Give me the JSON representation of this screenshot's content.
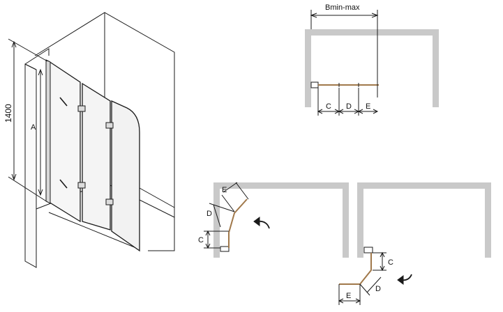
{
  "labels": {
    "height": "1400",
    "height_panel": "A",
    "width_range": "Bmin-max",
    "panel_c": "C",
    "panel_d": "D",
    "panel_e": "E"
  },
  "colors": {
    "wall": "#c9c9c9",
    "glass": "#f4f4f4",
    "fold_line": "#a0784a",
    "line": "#1a1a1a"
  }
}
